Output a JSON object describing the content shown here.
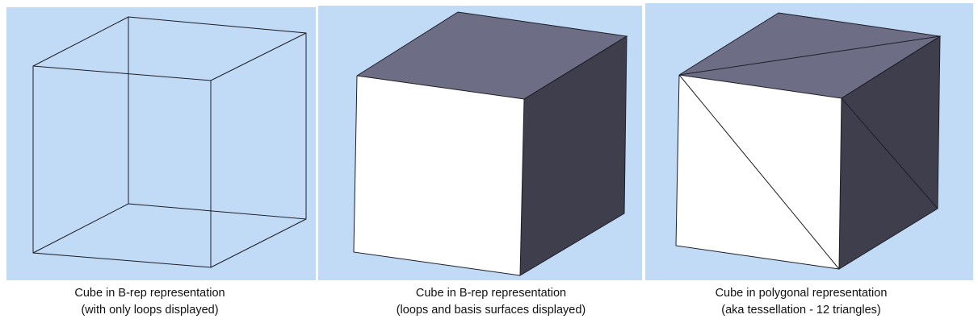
{
  "colors": {
    "panel_background": "#c1dbf6",
    "edge_stroke": "#1e1e28",
    "front_face": "#ffffff",
    "top_face": "#6d6d86",
    "side_face": "#3f3e4c"
  },
  "panels": [
    {
      "caption_line1": "Cube in B-rep representation",
      "caption_line2": "(with only loops displayed)"
    },
    {
      "caption_line1": "Cube in B-rep representation",
      "caption_line2": "(loops and basis surfaces displayed)"
    },
    {
      "caption_line1": "Cube in polygonal representation",
      "caption_line2": "(aka tessellation - 12 triangles)"
    }
  ]
}
